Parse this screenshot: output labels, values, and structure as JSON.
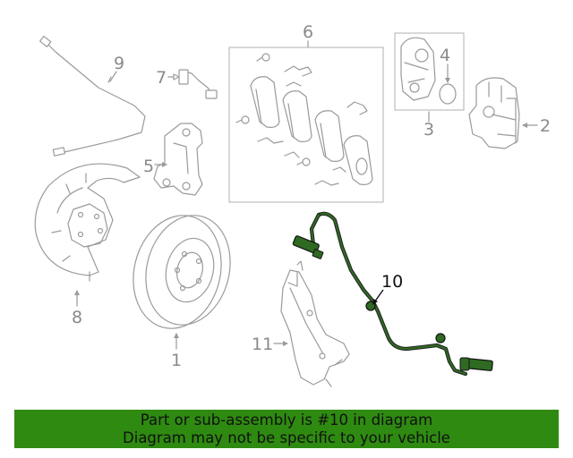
{
  "callouts": {
    "c1": "1",
    "c2": "2",
    "c3": "3",
    "c4": "4",
    "c5": "5",
    "c6": "6",
    "c7": "7",
    "c8": "8",
    "c9": "9",
    "c10": "10",
    "c11": "11"
  },
  "highlighted_part": "10",
  "colors": {
    "line_art": "#9a9a9a",
    "highlight": "#2f6a22",
    "banner_bg": "#2e8a10",
    "banner_text": "#111111"
  },
  "banner": {
    "line1": "Part or sub-assembly is #10 in diagram",
    "line2": "Diagram may not be specific to your vehicle"
  }
}
